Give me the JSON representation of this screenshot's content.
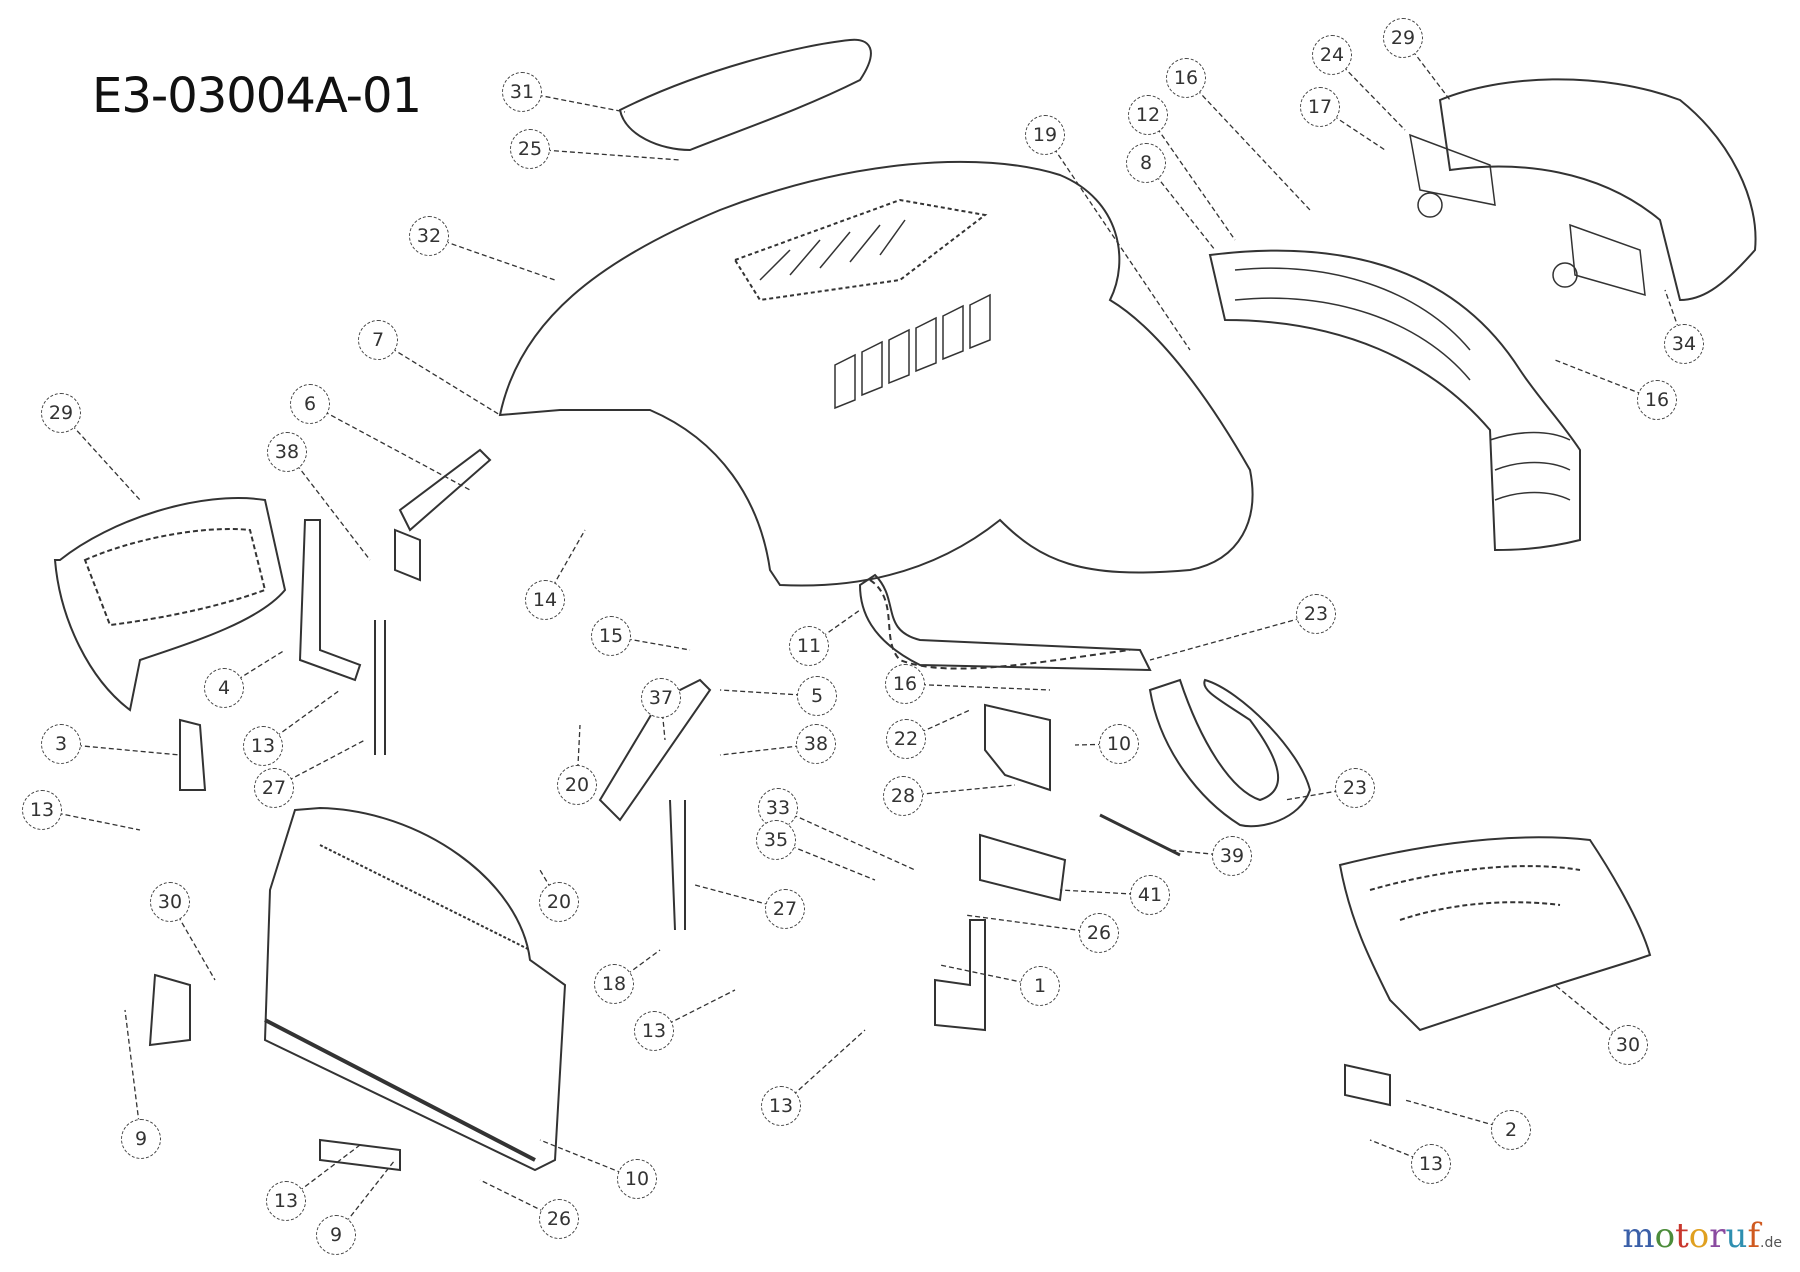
{
  "diagram": {
    "title": "E3-03004A-01",
    "callouts": [
      "31",
      "25",
      "32",
      "7",
      "6",
      "38",
      "29",
      "19",
      "8",
      "12",
      "16",
      "17",
      "24",
      "29",
      "34",
      "16",
      "14",
      "15",
      "11",
      "4",
      "5",
      "37",
      "13",
      "3",
      "27",
      "20",
      "38",
      "16",
      "22",
      "10",
      "23",
      "23",
      "28",
      "13",
      "33",
      "35",
      "30",
      "20",
      "27",
      "26",
      "41",
      "39",
      "1",
      "18",
      "13",
      "9",
      "30",
      "13",
      "2",
      "13",
      "10",
      "13",
      "9",
      "26"
    ],
    "line_color": "#333333"
  },
  "watermark": {
    "text": "motoruf",
    "suffix": ".de"
  }
}
